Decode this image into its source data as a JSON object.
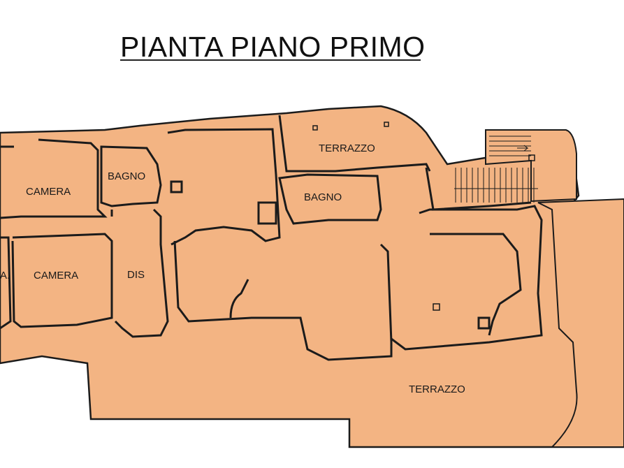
{
  "title": "PIANTA PIANO PRIMO",
  "colors": {
    "floor_fill": "#F3B483",
    "wall": "#1b1b1b",
    "background": "#ffffff"
  },
  "rooms": [
    {
      "id": "camera-top",
      "label": "CAMERA"
    },
    {
      "id": "bagno-left",
      "label": "BAGNO"
    },
    {
      "id": "terrazzo-top",
      "label": "TERRAZZO"
    },
    {
      "id": "bagno-center",
      "label": "BAGNO"
    },
    {
      "id": "camera-bottom",
      "label": "CAMERA"
    },
    {
      "id": "dis",
      "label": "DIS"
    },
    {
      "id": "partial-left",
      "label": "A."
    },
    {
      "id": "terrazzo-bottom",
      "label": "TERRAZZO"
    }
  ]
}
